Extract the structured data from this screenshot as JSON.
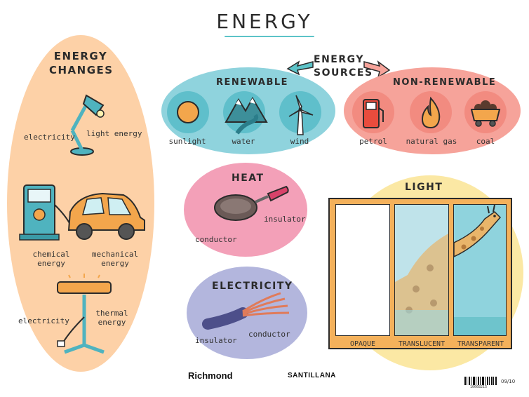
{
  "title": "ENERGY",
  "energy_changes": {
    "heading": "ENERGY CHANGES",
    "lamp": {
      "input": "electricity",
      "output": "light energy"
    },
    "car": {
      "input": "chemical energy",
      "output": "mechanical energy"
    },
    "heater": {
      "input": "electricity",
      "output": "thermal energy"
    }
  },
  "energy_sources": {
    "heading": "ENERGY SOURCES",
    "renewable": {
      "heading": "RENEWABLE",
      "items": [
        "sunlight",
        "water",
        "wind"
      ]
    },
    "non_renewable": {
      "heading": "NON-RENEWABLE",
      "items": [
        "petrol",
        "natural gas",
        "coal"
      ]
    }
  },
  "heat": {
    "heading": "HEAT",
    "labels": [
      "insulator",
      "conductor"
    ]
  },
  "electricity": {
    "heading": "ELECTRICITY",
    "labels": [
      "insulator",
      "conductor"
    ]
  },
  "light": {
    "heading": "LIGHT",
    "panels": [
      "OPAQUE",
      "TRANSLUCENT",
      "TRANSPARENT"
    ]
  },
  "footer": {
    "publisher1": "Richmond",
    "publisher2": "SANTILLANA",
    "code": "09/10",
    "barcode_number": "10668215"
  },
  "colors": {
    "orange": "#fdd1a7",
    "teal": "#8fd3dd",
    "salmon": "#f6a39a",
    "pink": "#f3a0b8",
    "lavender": "#b3b6dd",
    "yellow": "#fbe8a4",
    "frame": "#f4b15b"
  }
}
